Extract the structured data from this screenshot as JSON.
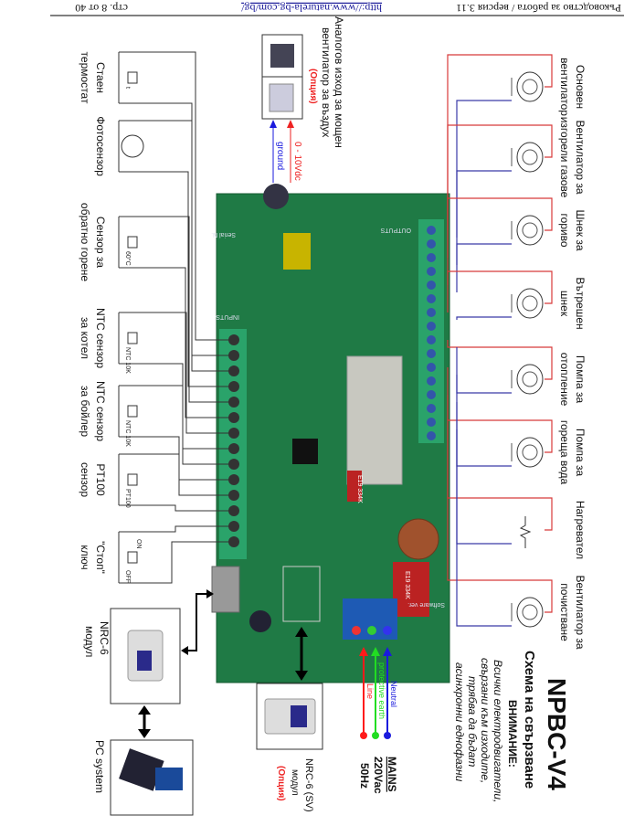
{
  "header": {
    "manual": "Ръководство за работа / версия 3.11",
    "url": "http://www.naturela-bg.com/bg/",
    "page": "стр. 8 от 40"
  },
  "title": {
    "model": "NPBC-V4",
    "subtitle": "Схема на свързване",
    "warning_head": "ВНИМАНИЕ:",
    "warning_lines": [
      "Всички електродвигатели,",
      "свързани към изходите,",
      "трябва да бъдат",
      "асинхронни еднофазни"
    ]
  },
  "outputs": [
    {
      "lines": [
        "Основен",
        "вентилатор"
      ]
    },
    {
      "lines": [
        "Вентилатор за",
        "изгорели газове"
      ]
    },
    {
      "lines": [
        "Шнек за",
        "гориво"
      ]
    },
    {
      "lines": [
        "Вътрешен",
        "шнек"
      ]
    },
    {
      "lines": [
        "Помпа за",
        "отопление"
      ]
    },
    {
      "lines": [
        "Помпа за",
        "гореща вода"
      ]
    },
    {
      "lines": [
        "Нагревател"
      ]
    },
    {
      "lines": [
        "Вентилатор за",
        "почистване"
      ]
    }
  ],
  "inputs": [
    {
      "lines": [
        "Стаен",
        "термостат"
      ],
      "symbol": "t"
    },
    {
      "lines": [
        "Фотосензор"
      ]
    },
    {
      "lines": [
        "Сензор за",
        "обратно горене"
      ],
      "symbol": "60°C"
    },
    {
      "lines": [
        "NTC сензор",
        "за котел"
      ],
      "symbol": "NTC 10K"
    },
    {
      "lines": [
        "NTC сензор",
        "за бойлер"
      ],
      "symbol": "NTC 10K"
    },
    {
      "lines": [
        "PT100",
        "сензор"
      ],
      "symbol": "PT100"
    },
    {
      "lines": [
        "\"Стоп\"",
        "ключ"
      ],
      "on": "ON",
      "off": "OFF"
    }
  ],
  "analog": {
    "lines": [
      "Аналогов изход за мощен",
      "вентилатор за въздух"
    ],
    "option": "(Опция)",
    "signal": "0 - 10Vdc",
    "ground": "ground"
  },
  "nrc6": {
    "lines": [
      "NRC-6",
      "модул"
    ]
  },
  "pc": {
    "label": "PC system"
  },
  "nrc6sv": {
    "lines": [
      "NRC-6 (SV)",
      "модул"
    ],
    "option": "(Опция)"
  },
  "mains": {
    "title": "MAINS",
    "voltage": "220Vac",
    "freq": "50Hz",
    "neutral": "Neutral",
    "earth": "protective earth",
    "line": "Line"
  },
  "board": {
    "serial": "Serial N.",
    "inputs": "INPUTS",
    "outputs": "OUTPUTS",
    "software": "Software ver.",
    "cap1": "E19 334K",
    "cap2": "E19 334K"
  },
  "colors": {
    "board": "#1f7a45",
    "terminal": "#2aa36a",
    "line": "#ff1a1a",
    "earth": "#22dd22",
    "neutral": "#1a1add",
    "wire_red": "#d83a3a",
    "wire_blue": "#3a3aa8"
  }
}
